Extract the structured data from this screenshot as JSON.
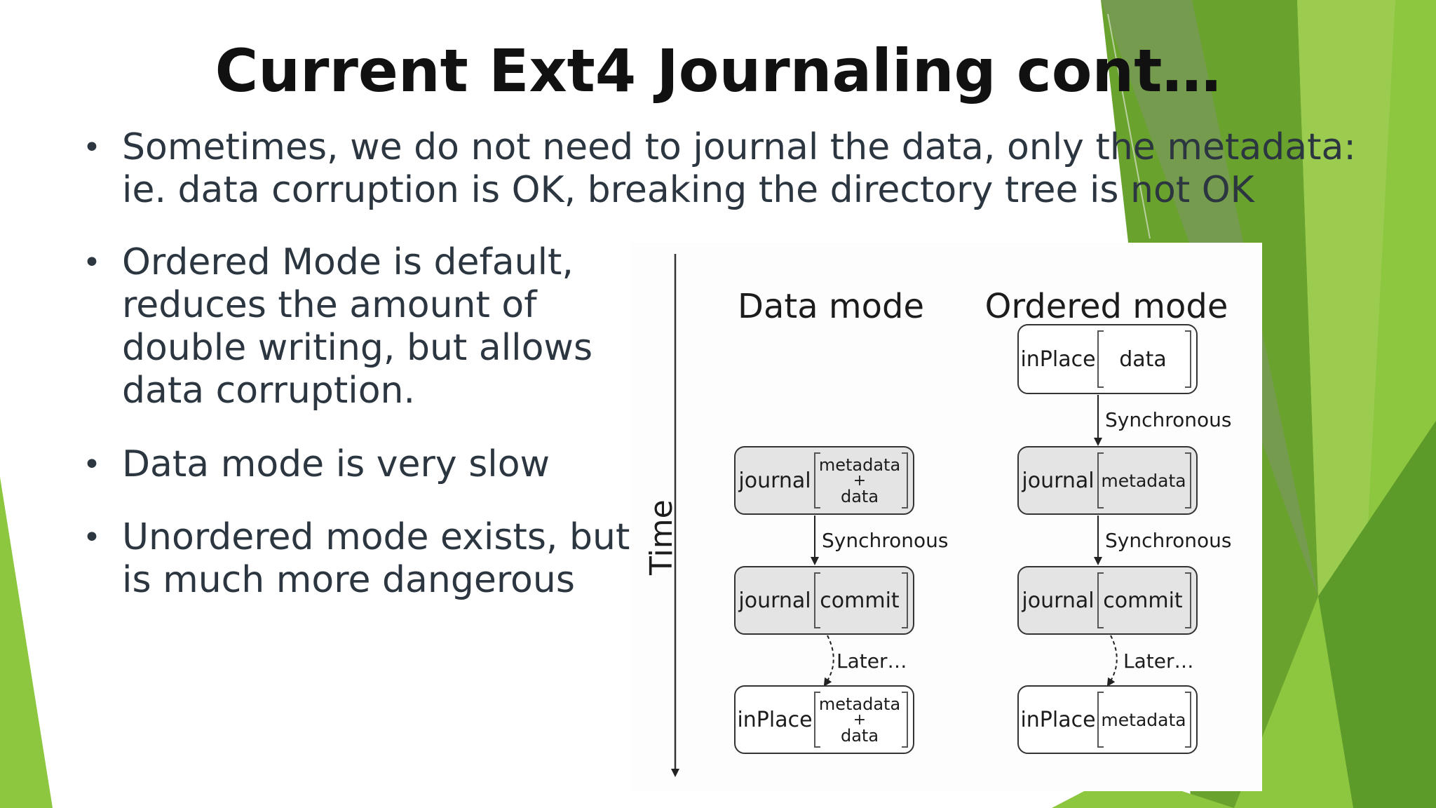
{
  "slide": {
    "title": "Current Ext4 Journaling cont…",
    "bullets": [
      {
        "lines": [
          "Sometimes, we do not need to journal the data, only the metadata:",
          "ie. data corruption is OK, breaking the directory tree is not OK"
        ]
      },
      {
        "lines": [
          "Ordered Mode is default,",
          "reduces the amount of",
          "double writing, but allows",
          "data corruption."
        ]
      },
      {
        "lines": [
          "Data mode is very slow"
        ]
      },
      {
        "lines": [
          "Unordered mode exists, but",
          "is much more dangerous"
        ]
      }
    ],
    "bullet_symbol": "•",
    "theme_colors": {
      "green_light": "#8dc63f",
      "green_mid": "#6aa22e",
      "green_dark": "#4f8a2a",
      "text": "#2b3640"
    }
  },
  "diagram": {
    "time_label": "Time",
    "data_mode": {
      "heading": "Data mode",
      "boxes": [
        {
          "kind": "journal",
          "left": "journal",
          "right": [
            "metadata",
            "+",
            "data"
          ],
          "shaded": true
        },
        {
          "kind": "journal",
          "left": "journal",
          "right": [
            "commit"
          ],
          "shaded": true
        },
        {
          "kind": "inplace",
          "left": "inPlace",
          "right": [
            "metadata",
            "+",
            "data"
          ],
          "shaded": false
        }
      ],
      "arrows": [
        "Synchronous",
        "Later…"
      ]
    },
    "ordered_mode": {
      "heading": "Ordered mode",
      "boxes": [
        {
          "kind": "inplace",
          "left": "inPlace",
          "right": [
            "data"
          ],
          "shaded": false
        },
        {
          "kind": "journal",
          "left": "journal",
          "right": [
            "metadata"
          ],
          "shaded": true
        },
        {
          "kind": "journal",
          "left": "journal",
          "right": [
            "commit"
          ],
          "shaded": true
        },
        {
          "kind": "inplace",
          "left": "inPlace",
          "right": [
            "metadata"
          ],
          "shaded": false
        }
      ],
      "arrows": [
        "Synchronous",
        "Synchronous",
        "Later…"
      ]
    }
  }
}
